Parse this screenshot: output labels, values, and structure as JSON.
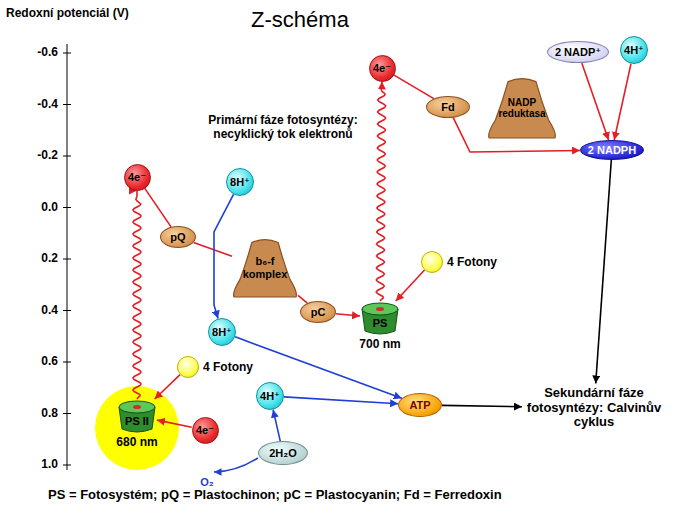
{
  "diagram": {
    "title": "Z-schéma",
    "nodes": [
      {
        "text": [
          "2 NADP⁺"
        ]
      },
      {
        "text": [
          "4H⁺"
        ]
      },
      {
        "text": [
          "4e⁻"
        ]
      },
      {
        "text": [
          "Fd"
        ]
      },
      {
        "text": [
          "NADP reduktasa"
        ]
      },
      {
        "text": [
          "2 NADPH"
        ]
      },
      {
        "text": [
          "4e⁻"
        ]
      },
      {
        "text": [
          "8H⁺"
        ]
      },
      {
        "text": [
          "pQ"
        ]
      },
      {
        "text": [
          "b₆-f komplex"
        ]
      },
      {
        "text": [
          "4 Fotony"
        ]
      },
      {
        "text": [
          "pC"
        ]
      },
      {
        "text": [
          "PS",
          "700 nm"
        ]
      },
      {
        "text": [
          "8H⁺"
        ]
      },
      {
        "text": [
          "4 Fotony"
        ]
      },
      {
        "text": [
          "4H⁺"
        ]
      },
      {
        "text": [
          "ATP"
        ]
      },
      {
        "text": [
          "Sekundární fáze fotosyntézy: Calvinův cyklus"
        ]
      },
      {
        "text": [
          "PS II",
          "680 nm"
        ]
      },
      {
        "text": [
          "4e⁻"
        ]
      },
      {
        "text": [
          "2H₂O"
        ]
      }
    ],
    "edges": [
      {
        "from": 18,
        "to": 6,
        "arrow": "to"
      },
      {
        "from": 6,
        "to": 8,
        "arrow": "none"
      },
      {
        "from": 8,
        "to": 9,
        "arrow": "none"
      },
      {
        "from": 9,
        "to": 11,
        "arrow": "none"
      },
      {
        "from": 11,
        "to": 12,
        "arrow": "to"
      },
      {
        "from": 10,
        "to": 12,
        "arrow": "to"
      },
      {
        "from": 12,
        "to": 2,
        "arrow": "to"
      },
      {
        "from": 2,
        "to": 3,
        "arrow": "none"
      },
      {
        "from": 3,
        "to": 5,
        "arrow": "to"
      },
      {
        "from": 0,
        "to": 5,
        "arrow": "to"
      },
      {
        "from": 1,
        "to": 5,
        "arrow": "to"
      },
      {
        "from": 5,
        "to": 17,
        "arrow": "to"
      },
      {
        "from": 16,
        "to": 17,
        "arrow": "to"
      },
      {
        "from": 7,
        "to": 13,
        "arrow": "to"
      },
      {
        "from": 13,
        "to": 16,
        "arrow": "to"
      },
      {
        "from": 15,
        "to": 16,
        "arrow": "to"
      },
      {
        "from": 20,
        "to": 15,
        "arrow": "to"
      },
      {
        "from": 19,
        "to": 18,
        "arrow": "to"
      },
      {
        "from": 14,
        "to": 18,
        "arrow": "to"
      }
    ],
    "labels": [
      "Redoxní potenciál (V)",
      "-0.6",
      "-0.4",
      "-0.2",
      "0.0",
      "0.2",
      "0.4",
      "0.6",
      "0.8",
      "1.0",
      "Primární fáze fotosyntézy: necyklický tok elektronů",
      "O₂",
      "PS = Fotosystém; pQ = Plastochinon; pC = Plastocyanin; Fd = Ferredoxin"
    ]
  }
}
